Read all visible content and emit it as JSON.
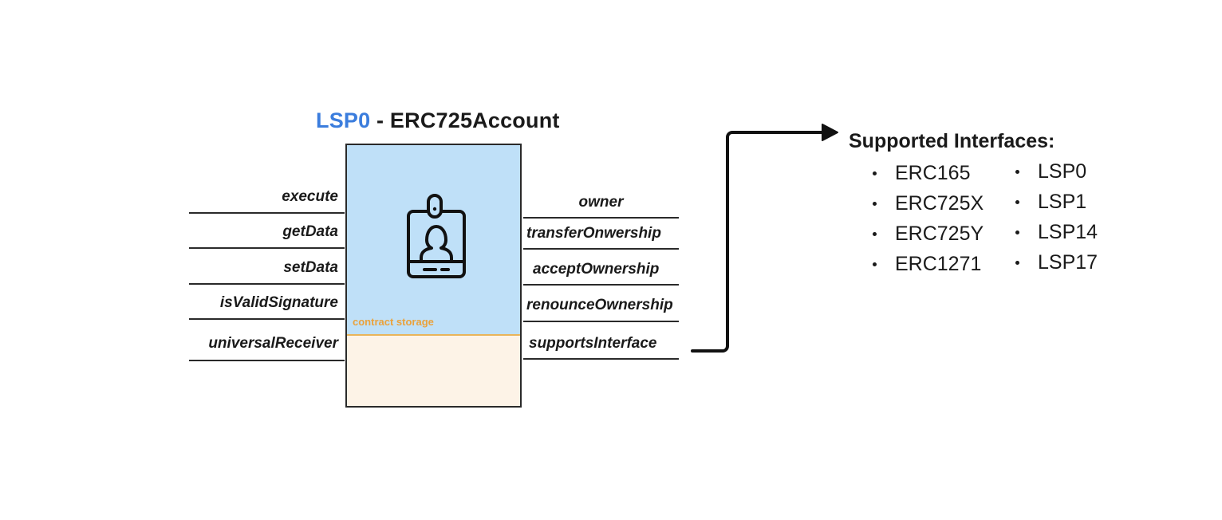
{
  "title": {
    "accent": "LSP0",
    "rest": " - ERC725Account"
  },
  "contract": {
    "storage_label": "contract storage",
    "icon": "id-badge-icon"
  },
  "functions_left": [
    "execute",
    "getData",
    "setData",
    "isValidSignature",
    "universalReceiver"
  ],
  "functions_right": [
    "owner",
    "transferOnwership",
    "acceptOwnership",
    "renounceOwnership",
    "supportsInterface"
  ],
  "interfaces": {
    "title": "Supported Interfaces:",
    "column_a": [
      "ERC165",
      "ERC725X",
      "ERC725Y",
      "ERC1271"
    ],
    "column_b": [
      "LSP0",
      "LSP1",
      "LSP14",
      "LSP17"
    ]
  },
  "colors": {
    "accent": "#3b7ddd",
    "storage_label": "#eaa23c",
    "contract_fill": "#bfe0f8",
    "storage_fill": "#fdf3e7"
  }
}
